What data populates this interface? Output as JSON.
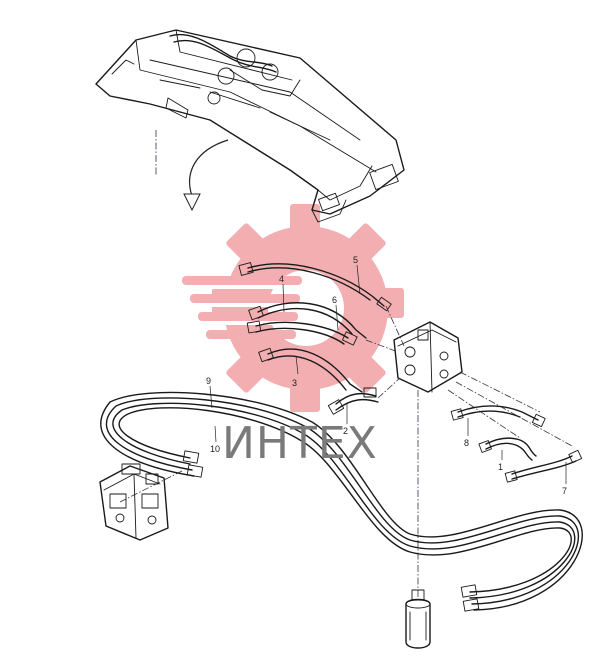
{
  "watermark": {
    "text": "ИНТЕХ",
    "colors": {
      "gear": "#f2a0a4",
      "text": "#7a7a7a"
    }
  },
  "callouts": [
    {
      "id": "1",
      "label": "1"
    },
    {
      "id": "2",
      "label": "2"
    },
    {
      "id": "3",
      "label": "3"
    },
    {
      "id": "4",
      "label": "4"
    },
    {
      "id": "5",
      "label": "5"
    },
    {
      "id": "6",
      "label": "6"
    },
    {
      "id": "7",
      "label": "7"
    },
    {
      "id": "8",
      "label": "8"
    },
    {
      "id": "9",
      "label": "9"
    },
    {
      "id": "10",
      "label": "10"
    }
  ]
}
